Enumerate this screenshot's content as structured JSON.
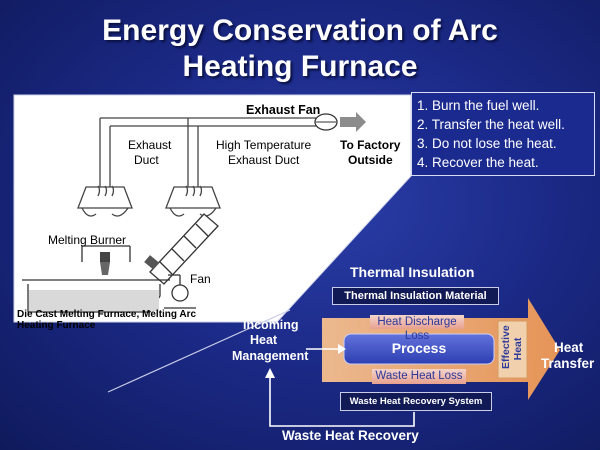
{
  "slide": {
    "title_line1": "Energy Conservation of Arc",
    "title_line2": "Heating Furnace"
  },
  "furnace_diagram": {
    "exhaust_fan": "Exhaust Fan",
    "exhaust_duct_line1": "Exhaust",
    "exhaust_duct_line2": "Duct",
    "high_temp_line1": "High Temperature",
    "high_temp_line2": "Exhaust Duct",
    "to_factory_line1": "To Factory",
    "to_factory_line2": "Outside",
    "melting_burner": "Melting Burner",
    "fan": "Fan",
    "caption_line1": "Die Cast Melting Furnace, Melting Arc",
    "caption_line2": "Heating Furnace"
  },
  "principles": [
    "1. Burn the fuel well.",
    "2. Transfer the heat well.",
    "3. Do not lose the heat.",
    "4. Recover the heat."
  ],
  "flow": {
    "thermal_insulation": "Thermal Insulation",
    "thermal_insulation_material": "Thermal Insulation Material",
    "heat_discharge_loss": "Heat Discharge Loss",
    "process": "Process",
    "waste_heat_loss": "Waste Heat Loss",
    "waste_heat_recovery_system": "Waste Heat Recovery System",
    "incoming_line1": "Incoming",
    "incoming_line2": "Heat",
    "incoming_line3": "Management",
    "effective_heat_line1": "Effective",
    "effective_heat_line2": "Heat",
    "heat_transfer_line1": "Heat",
    "heat_transfer_line2": "Transfer",
    "waste_heat_recovery": "Waste Heat Recovery"
  },
  "colors": {
    "background": "#1c2a88",
    "dark_box": "#111a55",
    "pink_bar": "#efbfb1",
    "process_box": "#3a4fc4",
    "orange_arrow": "#f3b27d",
    "tan_box": "#f1d1ad"
  }
}
